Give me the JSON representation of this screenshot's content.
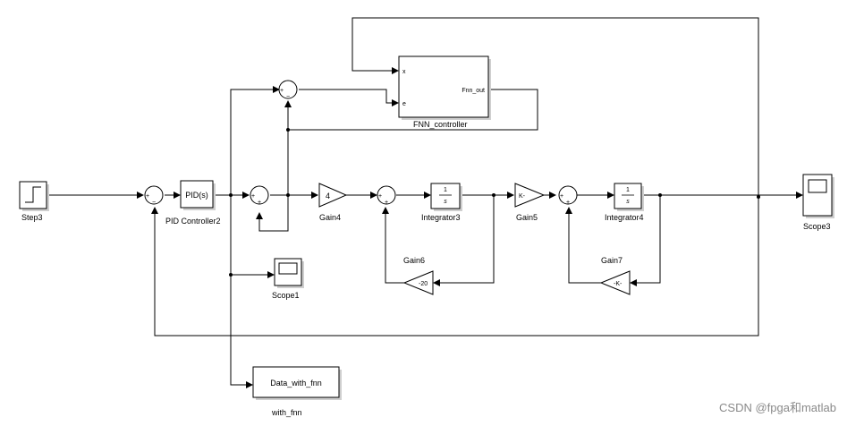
{
  "watermark": "CSDN @fpga和matlab",
  "blocks": {
    "step": {
      "label": "Step3"
    },
    "pid": {
      "text": "PID(s)",
      "label": "PID Controller2"
    },
    "gain4": {
      "text": "4",
      "label": "Gain4"
    },
    "integrator3": {
      "num": "1",
      "den": "s",
      "label": "Integrator3"
    },
    "gain5": {
      "text": "K-",
      "label": "Gain5"
    },
    "integrator4": {
      "num": "1",
      "den": "s",
      "label": "Integrator4"
    },
    "scope3": {
      "label": "Scope3"
    },
    "gain6": {
      "text": "-20",
      "label": "Gain6"
    },
    "gain7": {
      "text": "-K-",
      "label": "Gain7"
    },
    "scope1": {
      "label": "Scope1"
    },
    "fnn": {
      "port_x": "x",
      "port_e": "e",
      "port_out": "Fnn_out",
      "label": "FNN_controller"
    },
    "data": {
      "text": "Data_with_fnn",
      "label": "with_fnn"
    }
  },
  "sums": {
    "sum1": {
      "s1": "+",
      "s2": "−"
    },
    "sum2": {
      "s1": "+",
      "s2": "+"
    },
    "sum_fnn": {
      "s1": "+",
      "s2": "−"
    },
    "sum3": {
      "s1": "+",
      "s2": "+"
    },
    "sum4": {
      "s1": "+",
      "s2": "+"
    }
  }
}
